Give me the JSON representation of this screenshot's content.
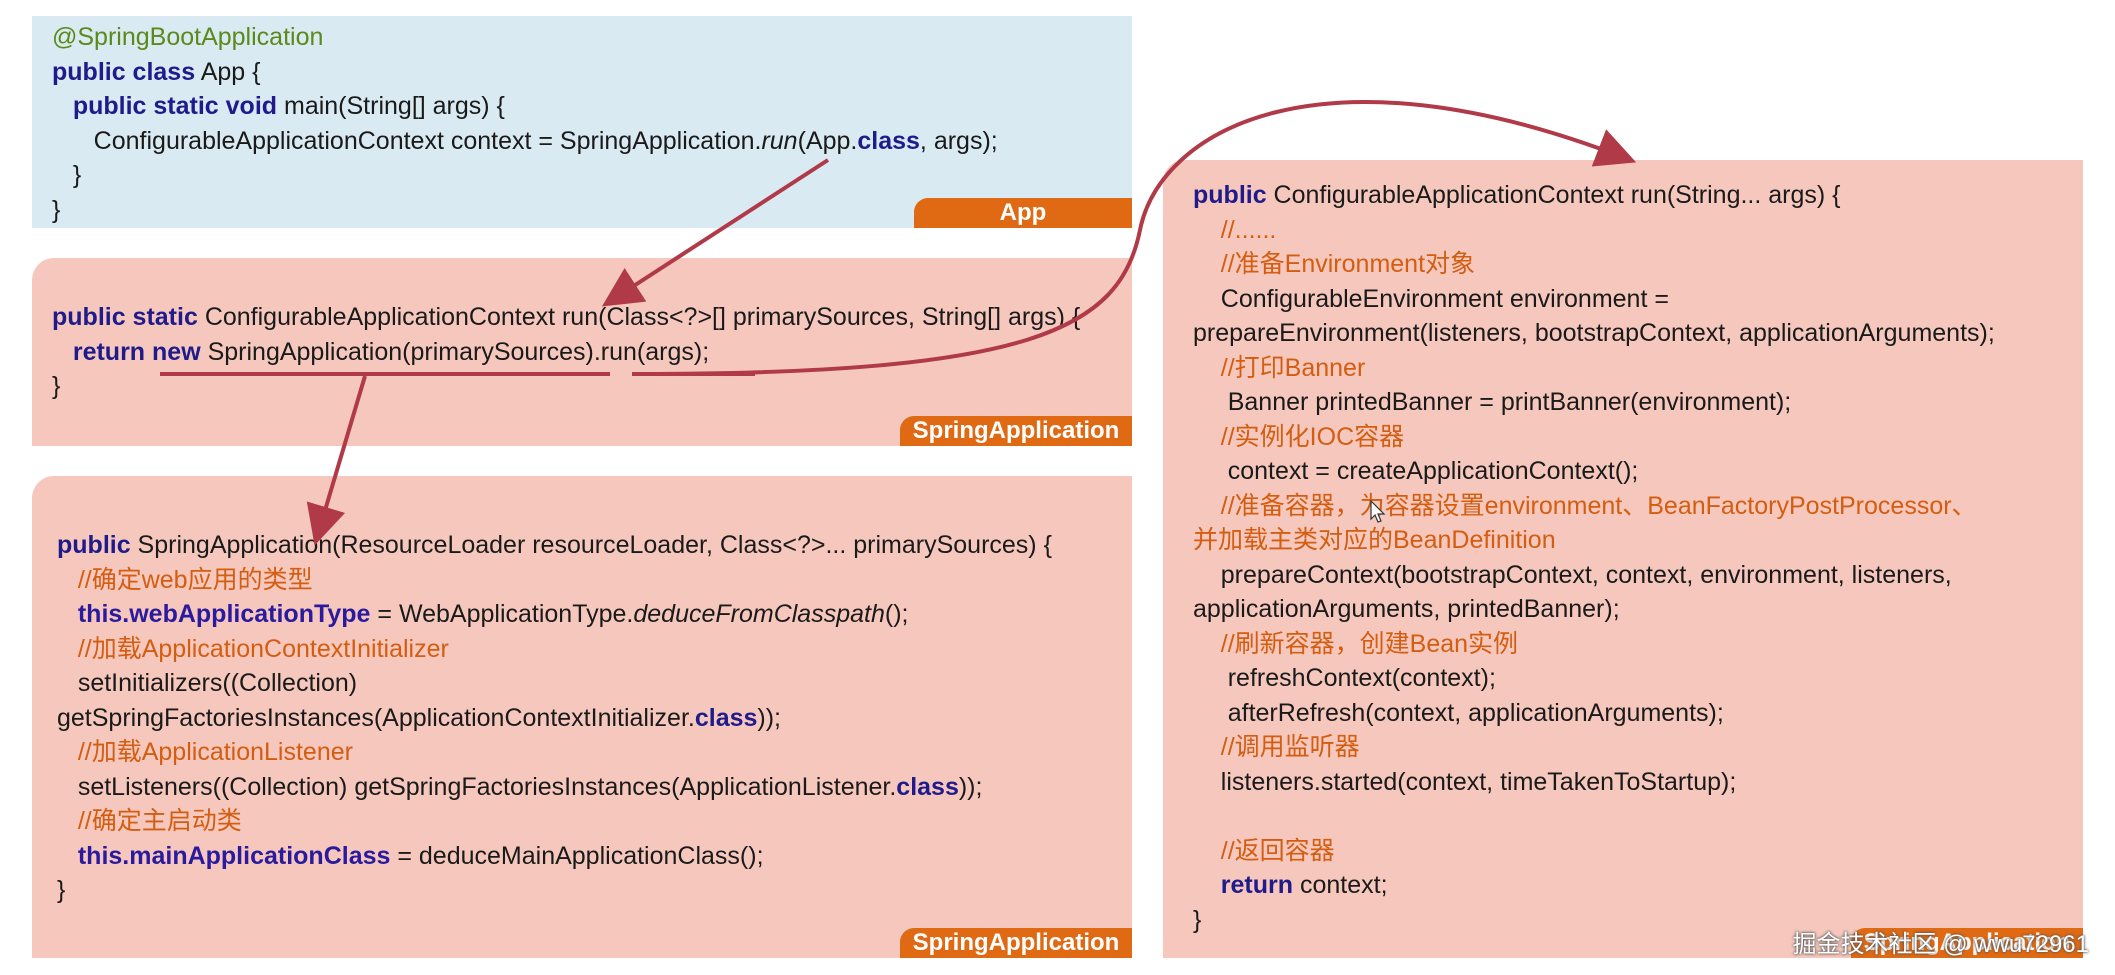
{
  "colors": {
    "app_panel": "#d9eaf3",
    "spring_panel": "#f6c8bd",
    "tag": "#e06a14",
    "comment": "#d35d10",
    "keyword": "#1f1b8a",
    "annotation": "#5a8a1a",
    "arrow": "#b03a48"
  },
  "app_panel": {
    "tag": "App",
    "lines": [
      [
        {
          "t": "@SpringBootApplication",
          "c": "ann"
        }
      ],
      [
        {
          "t": "public class",
          "c": "kw"
        },
        {
          "t": " App {"
        }
      ],
      [
        {
          "t": "   "
        },
        {
          "t": "public static void",
          "c": "kw"
        },
        {
          "t": " main(String[] args) {"
        }
      ],
      [
        {
          "t": "      ConfigurableApplicationContext context = SpringApplication."
        },
        {
          "t": "run",
          "c": "it"
        },
        {
          "t": "(App."
        },
        {
          "t": "class",
          "c": "kw"
        },
        {
          "t": ", args);"
        }
      ],
      [
        {
          "t": "   }"
        }
      ],
      [
        {
          "t": "}"
        }
      ]
    ]
  },
  "run_panel": {
    "tag": "SpringApplication",
    "lines": [
      [
        {
          "t": "public static",
          "c": "kw"
        },
        {
          "t": " ConfigurableApplicationContext run(Class<?>[] primarySources, String[] args) {"
        }
      ],
      [
        {
          "t": "   "
        },
        {
          "t": "return new",
          "c": "kw"
        },
        {
          "t": " SpringApplication(primarySources).run(args);"
        }
      ],
      [
        {
          "t": "}"
        }
      ]
    ]
  },
  "ctor_panel": {
    "tag": "SpringApplication",
    "lines": [
      [
        {
          "t": "public",
          "c": "kw"
        },
        {
          "t": " SpringApplication(ResourceLoader resourceLoader, Class<?>... primarySources) {"
        }
      ],
      [
        {
          "t": "   //确定web应用的类型",
          "c": "cmt"
        }
      ],
      [
        {
          "t": "   "
        },
        {
          "t": "this.webApplicationType",
          "c": "fld"
        },
        {
          "t": " = WebApplicationType."
        },
        {
          "t": "deduceFromClasspath",
          "c": "it"
        },
        {
          "t": "();"
        }
      ],
      [
        {
          "t": "   //加载ApplicationContextInitializer",
          "c": "cmt"
        }
      ],
      [
        {
          "t": "   setInitializers((Collection)"
        }
      ],
      [
        {
          "t": "getSpringFactoriesInstances(ApplicationContextInitializer."
        },
        {
          "t": "class",
          "c": "kw"
        },
        {
          "t": "));"
        }
      ],
      [
        {
          "t": "   //加载ApplicationListener",
          "c": "cmt"
        }
      ],
      [
        {
          "t": "   setListeners((Collection) getSpringFactoriesInstances(ApplicationListener."
        },
        {
          "t": "class",
          "c": "kw"
        },
        {
          "t": "));"
        }
      ],
      [
        {
          "t": "   //确定主启动类",
          "c": "cmt"
        }
      ],
      [
        {
          "t": "   "
        },
        {
          "t": "this.mainApplicationClass",
          "c": "fld"
        },
        {
          "t": " = deduceMainApplicationClass();"
        }
      ],
      [
        {
          "t": "}"
        }
      ]
    ]
  },
  "runimpl_panel": {
    "tag": "SpringApplication",
    "lines": [
      [
        {
          "t": "public",
          "c": "kw"
        },
        {
          "t": " ConfigurableApplicationContext run(String... args) {"
        }
      ],
      [
        {
          "t": "    //......",
          "c": "cmt"
        }
      ],
      [
        {
          "t": "    //准备Environment对象",
          "c": "cmt"
        }
      ],
      [
        {
          "t": "    ConfigurableEnvironment environment ="
        }
      ],
      [
        {
          "t": "prepareEnvironment(listeners, bootstrapContext, applicationArguments);"
        }
      ],
      [
        {
          "t": "    //打印Banner",
          "c": "cmt"
        }
      ],
      [
        {
          "t": "     Banner printedBanner = printBanner(environment);"
        }
      ],
      [
        {
          "t": "    //实例化IOC容器",
          "c": "cmt"
        }
      ],
      [
        {
          "t": "     context = createApplicationContext();"
        }
      ],
      [
        {
          "t": "    //准备容器，为容器设置environment、BeanFactoryPostProcessor、",
          "c": "cmt"
        }
      ],
      [
        {
          "t": "并加载主类对应的BeanDefinition",
          "c": "cmt"
        }
      ],
      [
        {
          "t": "    prepareContext(bootstrapContext, context, environment, listeners,"
        }
      ],
      [
        {
          "t": "applicationArguments, printedBanner);"
        }
      ],
      [
        {
          "t": "    //刷新容器，创建Bean实例",
          "c": "cmt"
        }
      ],
      [
        {
          "t": "     refreshContext(context);"
        }
      ],
      [
        {
          "t": "     afterRefresh(context, applicationArguments);"
        }
      ],
      [
        {
          "t": "    //调用监听器",
          "c": "cmt"
        }
      ],
      [
        {
          "t": "    listeners.started(context, timeTakenToStartup);"
        }
      ],
      [
        {
          "t": ""
        }
      ],
      [
        {
          "t": "    //返回容器",
          "c": "cmt"
        }
      ],
      [
        {
          "t": "    "
        },
        {
          "t": "return",
          "c": "kw"
        },
        {
          "t": " context;"
        }
      ],
      [
        {
          "t": "}"
        }
      ]
    ]
  },
  "watermark": "掘金技术社区 @ wwu72961"
}
